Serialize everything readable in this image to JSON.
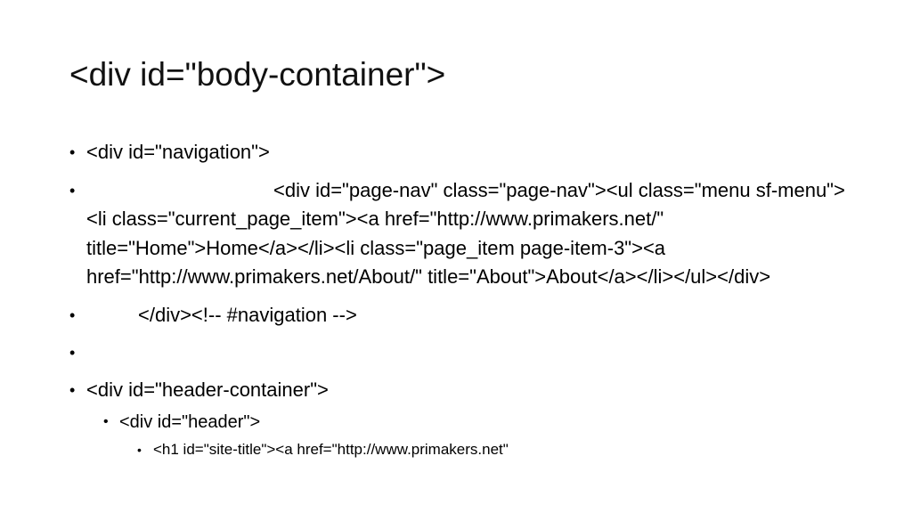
{
  "slide": {
    "title": "<div id=\"body-container\">",
    "bullets": [
      {
        "text": "<div id=\"navigation\">"
      },
      {
        "text": "<div id=\"page-nav\" class=\"page-nav\"><ul class=\"menu sf-menu\"><li class=\"current_page_item\"><a href=\"http://www.primakers.net/\" title=\"Home\">Home</a></li><li class=\"page_item page-item-3\"><a href=\"http://www.primakers.net/About/\" title=\"About\">About</a></li></ul></div>"
      },
      {
        "text": "</div><!-- #navigation -->"
      },
      {
        "text": ""
      },
      {
        "text": "<div id=\"header-container\">"
      }
    ],
    "sub_bullet": "<div id=\"header\">",
    "subsub_bullet": "<h1 id=\"site-title\"><a href=\"http://www.primakers.net\""
  }
}
